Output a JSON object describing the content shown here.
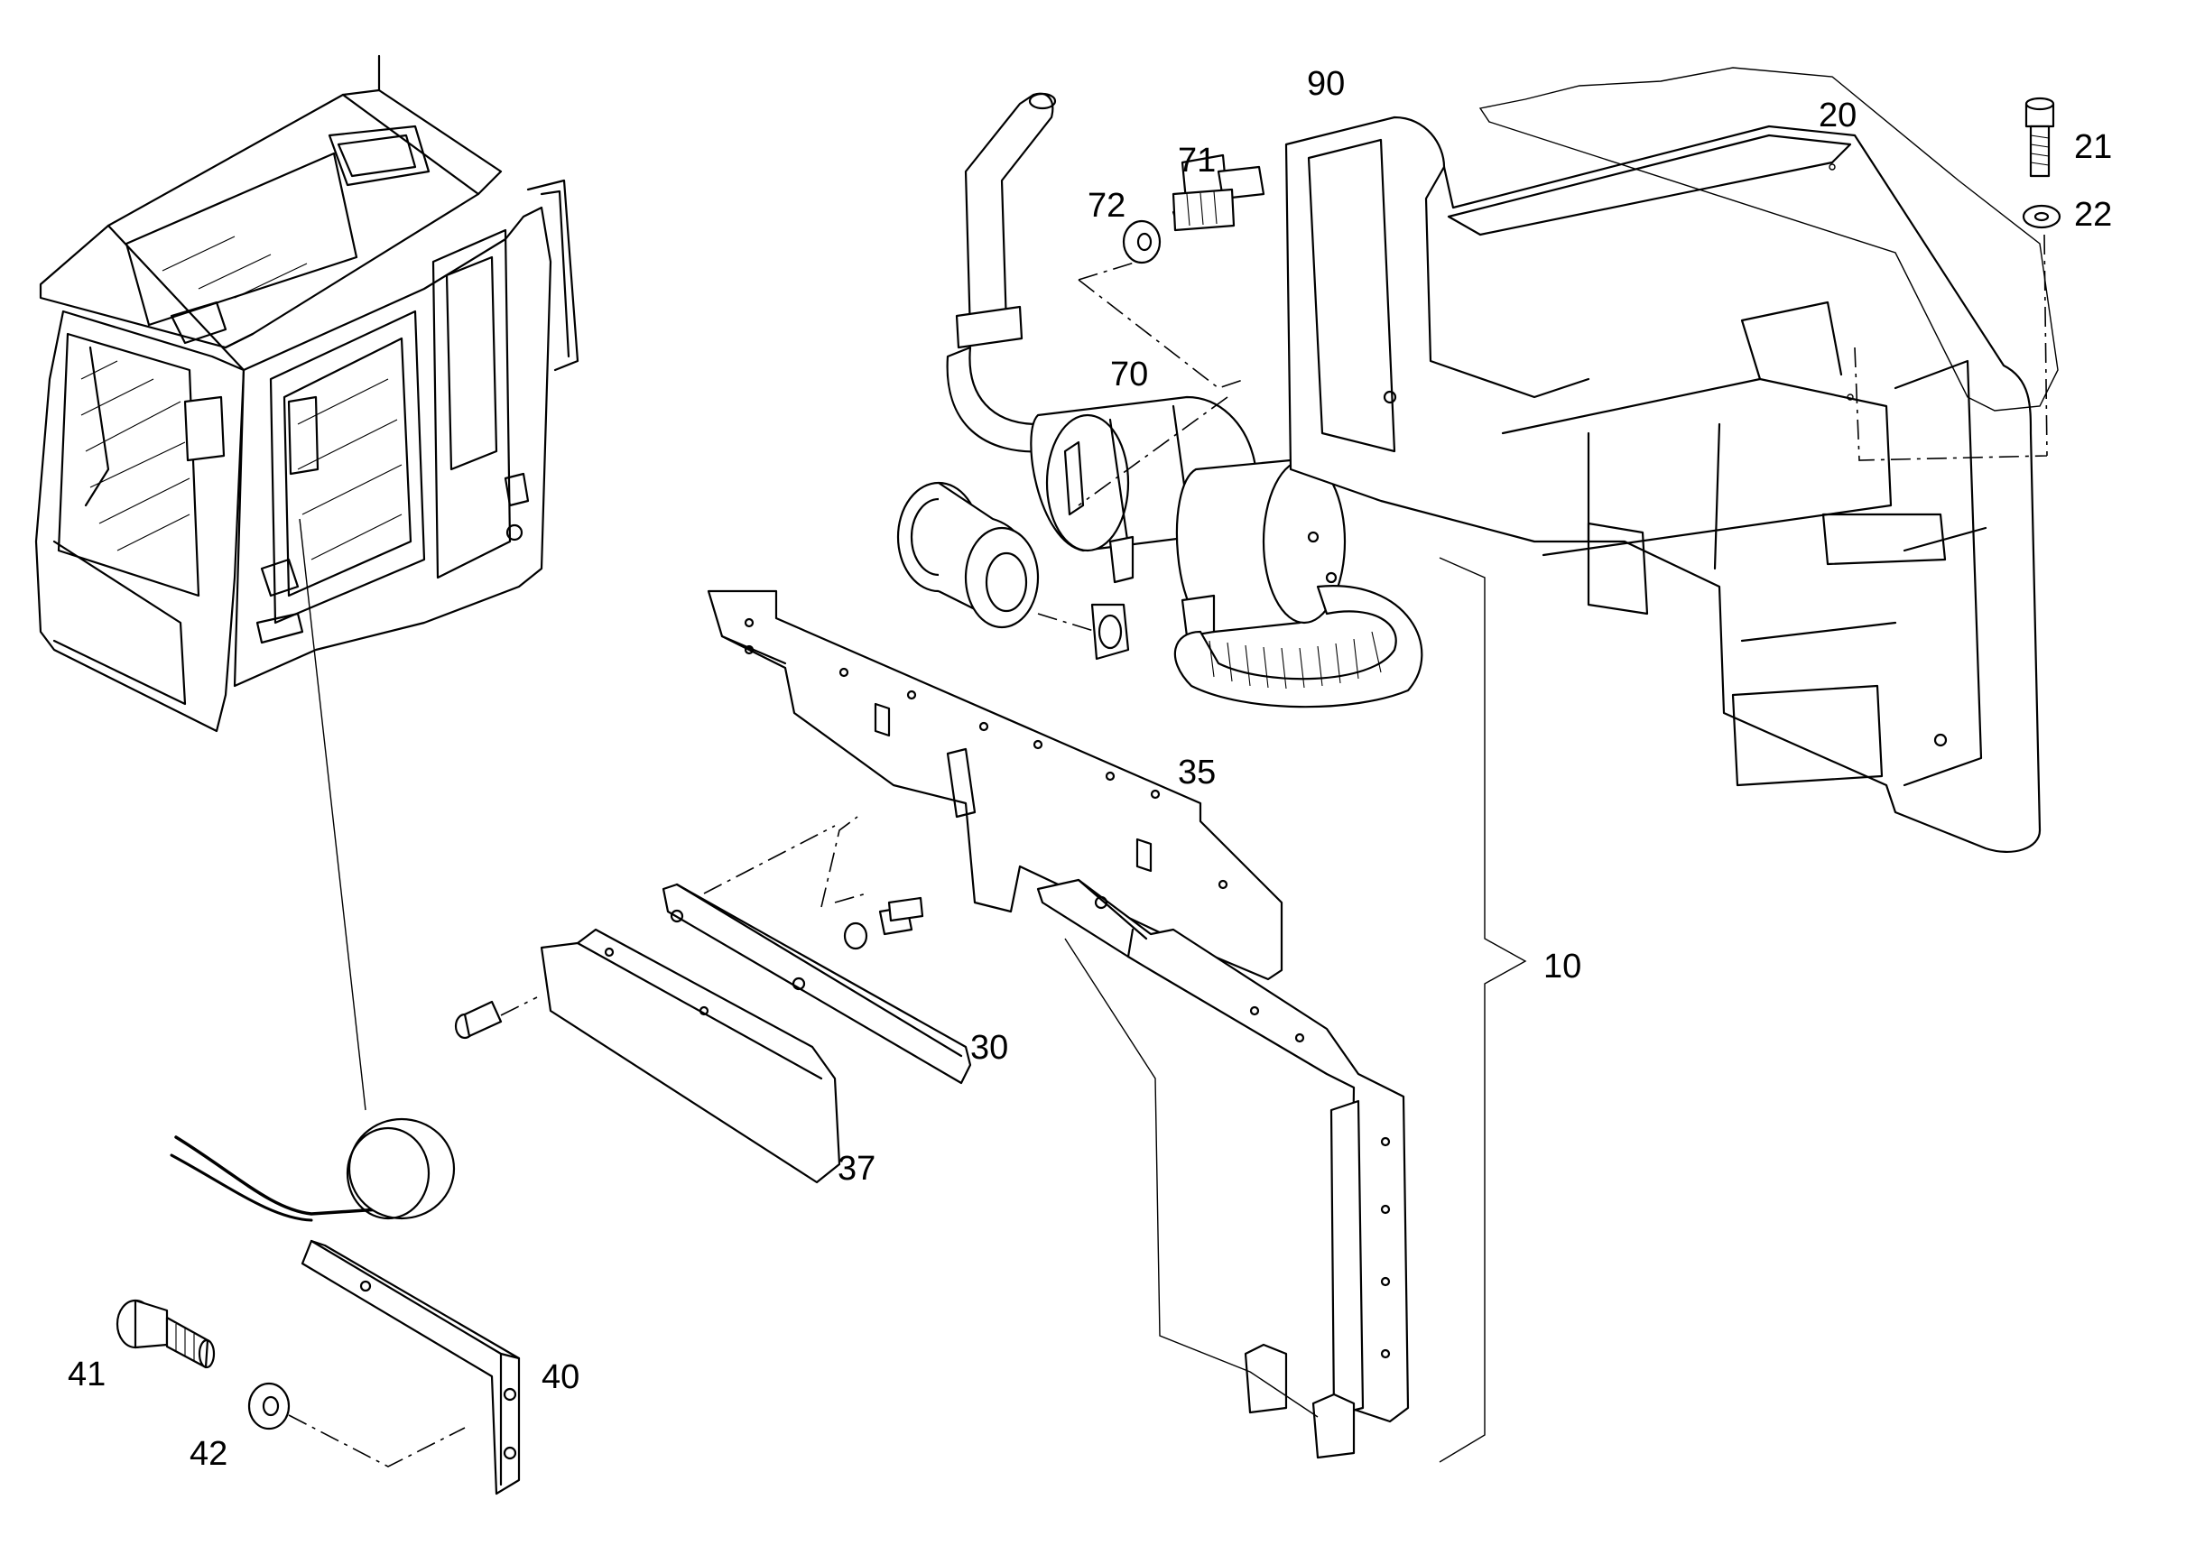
{
  "labels": {
    "p10": "10",
    "p20": "20",
    "p21": "21",
    "p22": "22",
    "p30": "30",
    "p35": "35",
    "p37": "37",
    "p40": "40",
    "p41": "41",
    "p42": "42",
    "p70": "70",
    "p71": "71",
    "p72": "72",
    "p90": "90"
  },
  "colors": {
    "line": "#000000",
    "background": "#ffffff"
  }
}
